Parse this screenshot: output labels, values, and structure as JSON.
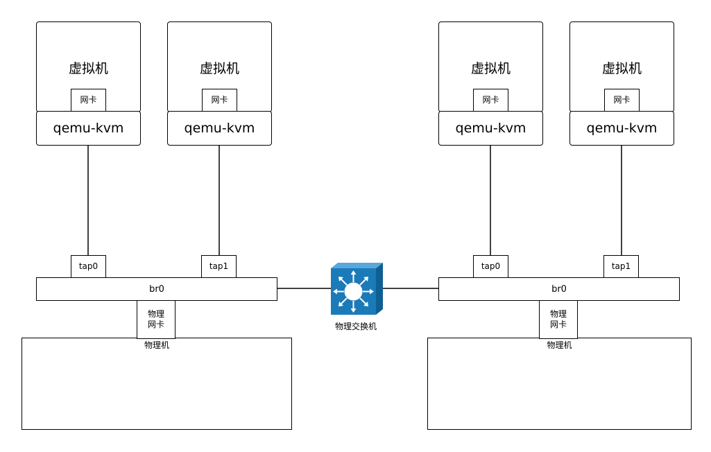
{
  "left_host": {
    "vm1": {
      "title": "虚拟机",
      "nic": "网卡",
      "hypervisor": "qemu-kvm",
      "tap": "tap0"
    },
    "vm2": {
      "title": "虚拟机",
      "nic": "网卡",
      "hypervisor": "qemu-kvm",
      "tap": "tap1"
    },
    "bridge": "br0",
    "physical_nic": "物理\n网卡",
    "host": "物理机"
  },
  "right_host": {
    "vm1": {
      "title": "虚拟机",
      "nic": "网卡",
      "hypervisor": "qemu-kvm",
      "tap": "tap0"
    },
    "vm2": {
      "title": "虚拟机",
      "nic": "网卡",
      "hypervisor": "qemu-kvm",
      "tap": "tap1"
    },
    "bridge": "br0",
    "physical_nic": "物理\n网卡",
    "host": "物理机"
  },
  "switch": {
    "label": "物理交换机",
    "icon": "network-switch-icon",
    "color": "#1b7ab8"
  }
}
